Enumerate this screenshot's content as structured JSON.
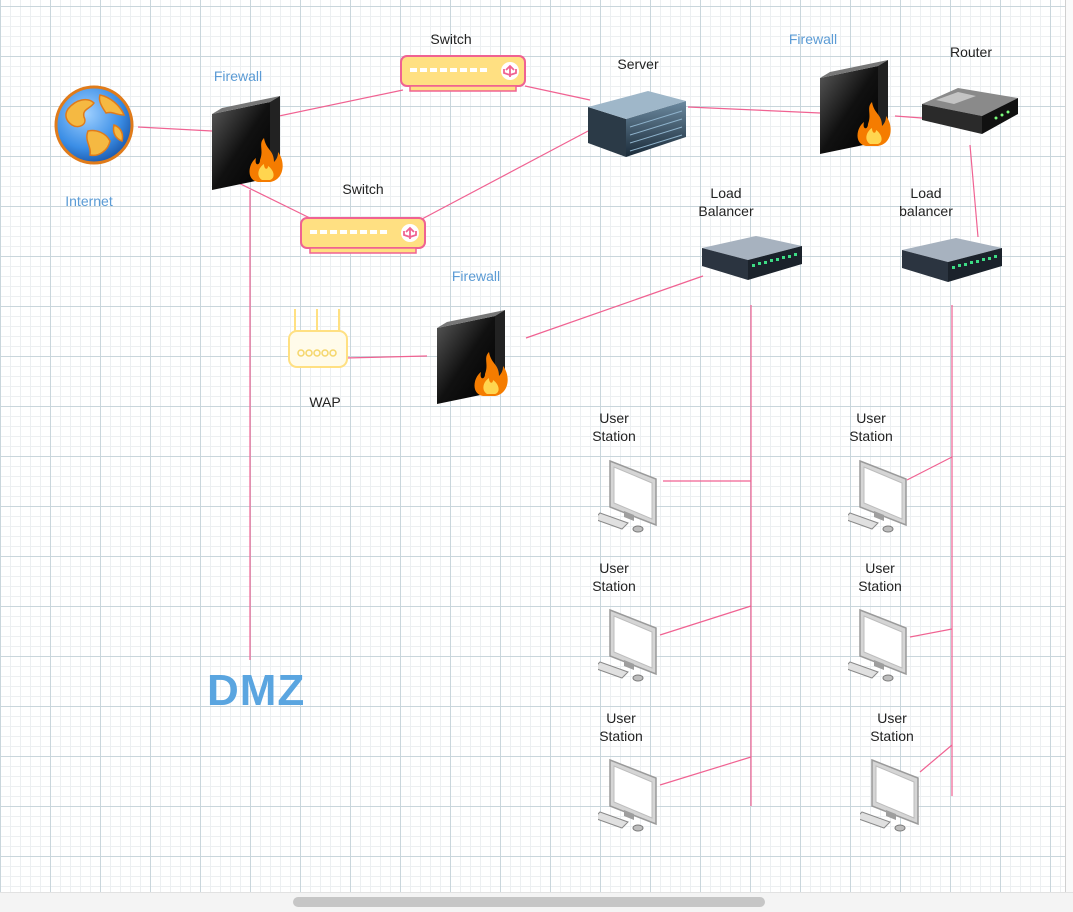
{
  "diagram": {
    "nodes": {
      "internet": {
        "label": "Internet",
        "icon": "globe-icon"
      },
      "firewall_left": {
        "label": "Firewall",
        "icon": "firewall-icon"
      },
      "switch_top": {
        "label": "Switch",
        "icon": "switch-icon"
      },
      "switch_mid": {
        "label": "Switch",
        "icon": "switch-icon"
      },
      "server": {
        "label": "Server",
        "icon": "server-icon"
      },
      "firewall_right": {
        "label": "Firewall",
        "icon": "firewall-icon"
      },
      "router": {
        "label": "Router",
        "icon": "router-icon"
      },
      "load_balancer_1": {
        "label": "Load\nBalancer",
        "icon": "load-balancer-icon"
      },
      "load_balancer_2": {
        "label": "Load\nbalancer",
        "icon": "load-balancer-icon"
      },
      "firewall_mid": {
        "label": "Firewall",
        "icon": "firewall-icon"
      },
      "wap": {
        "label": "WAP",
        "icon": "wireless-access-point-icon"
      },
      "user_station_1": {
        "label": "User\nStation",
        "icon": "workstation-icon"
      },
      "user_station_2": {
        "label": "User\nStation",
        "icon": "workstation-icon"
      },
      "user_station_3": {
        "label": "User\nStation",
        "icon": "workstation-icon"
      },
      "user_station_4": {
        "label": "User\nStation",
        "icon": "workstation-icon"
      },
      "user_station_5": {
        "label": "User\nStation",
        "icon": "workstation-icon"
      },
      "user_station_6": {
        "label": "User\nStation",
        "icon": "workstation-icon"
      }
    },
    "zone_label": "DMZ",
    "colors": {
      "connector": "#f06292",
      "blue_label": "#5b9bd5",
      "dmz": "#5aa5e0",
      "switch_fill": "#ffe082",
      "switch_border": "#f06292"
    },
    "connections": [
      [
        "internet",
        "firewall_left"
      ],
      [
        "firewall_left",
        "switch_top"
      ],
      [
        "firewall_left",
        "switch_mid"
      ],
      [
        "switch_top",
        "server"
      ],
      [
        "switch_mid",
        "server"
      ],
      [
        "server",
        "firewall_right"
      ],
      [
        "firewall_right",
        "router"
      ],
      [
        "router",
        "load_balancer_2"
      ],
      [
        "load_balancer_1",
        "firewall_mid"
      ],
      [
        "firewall_mid",
        "wap"
      ],
      [
        "load_balancer_1",
        "user_station_1"
      ],
      [
        "load_balancer_1",
        "user_station_2"
      ],
      [
        "load_balancer_1",
        "user_station_3"
      ],
      [
        "load_balancer_2",
        "user_station_4"
      ],
      [
        "load_balancer_2",
        "user_station_5"
      ],
      [
        "load_balancer_2",
        "user_station_6"
      ]
    ]
  }
}
